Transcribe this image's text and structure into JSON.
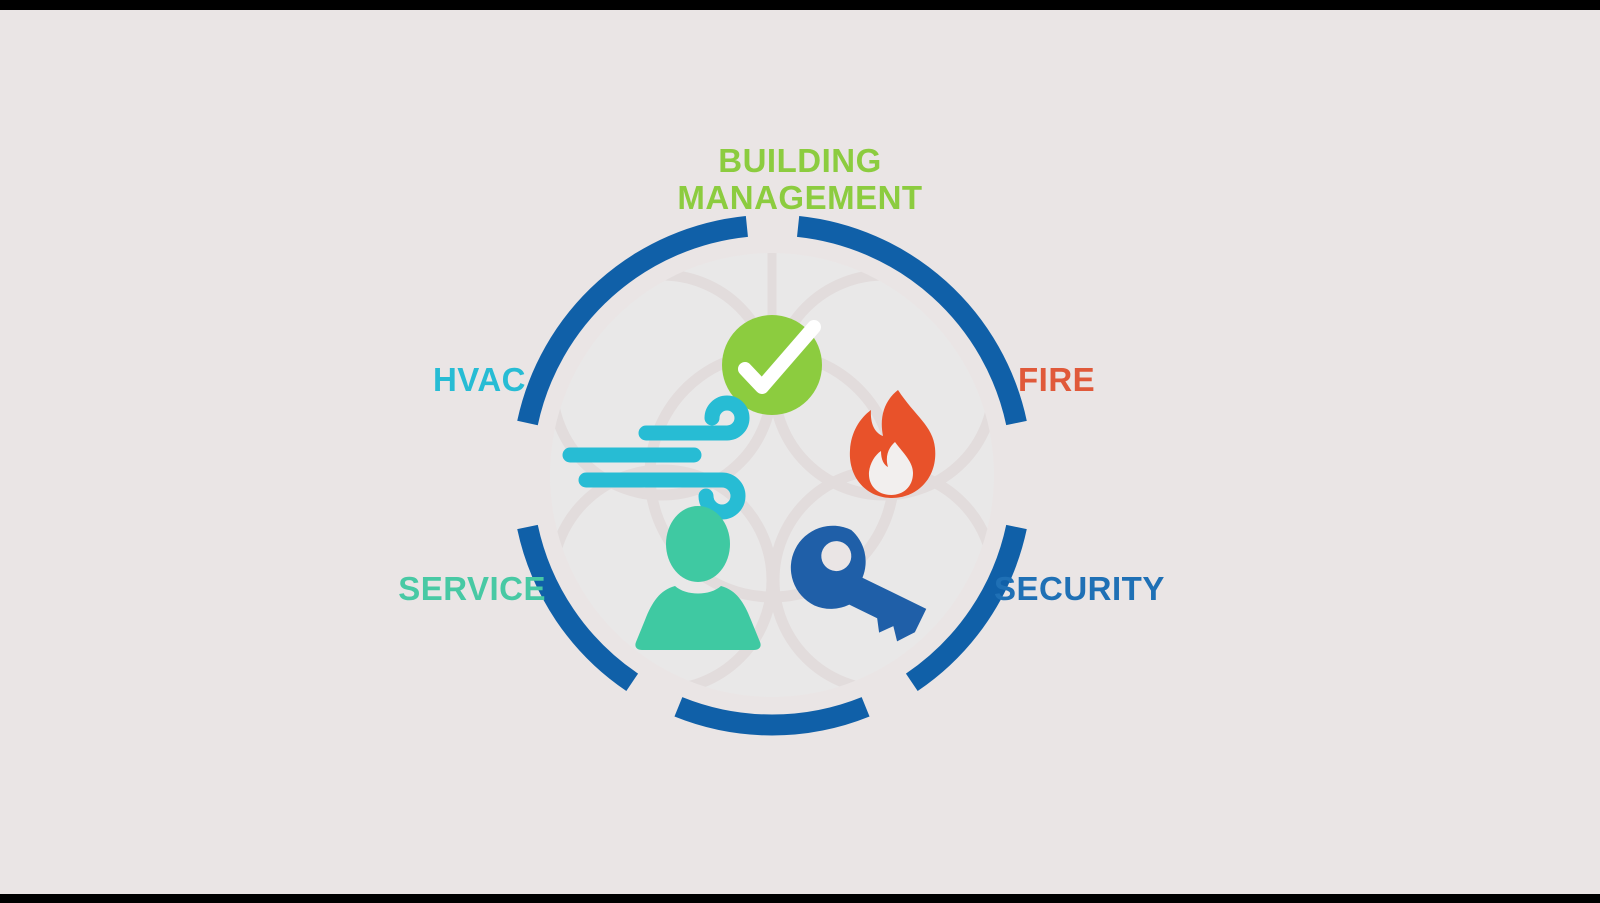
{
  "scene": {
    "background_color": "#eae5e5",
    "letterbox_color": "#000000",
    "inner_disc_color": "#e9e8e8",
    "petal_color": "#e3dddd",
    "ring_color": "#1060a8"
  },
  "title": {
    "line1": "BUILDING",
    "line2": "MANAGEMENT",
    "color": "#8ccc3f"
  },
  "labels": {
    "hvac": {
      "text": "HVAC",
      "color": "#27bcd4"
    },
    "fire": {
      "text": "FIRE",
      "color": "#e0593a"
    },
    "service": {
      "text": "SERVICE",
      "color": "#48c9a4"
    },
    "security": {
      "text": "SECURITY",
      "color": "#1f70b5"
    }
  },
  "icons": {
    "check": {
      "name": "check-circle-icon",
      "color": "#8ccc3f",
      "mark_color": "#ffffff"
    },
    "wind": {
      "name": "wind-icon",
      "color": "#27bcd4"
    },
    "flame": {
      "name": "flame-icon",
      "color": "#e8522a"
    },
    "person": {
      "name": "person-icon",
      "color": "#3fc9a2"
    },
    "key": {
      "name": "key-icon",
      "color": "#1f5fa8"
    }
  },
  "chart_data": {
    "type": "diagram",
    "title": "BUILDING MANAGEMENT",
    "layout": "radial-hub-and-spoke",
    "center_node": {
      "label": "BUILDING MANAGEMENT",
      "icon": "check-circle-icon",
      "color": "#8ccc3f"
    },
    "segments": [
      {
        "label": "HVAC",
        "icon": "wind-icon",
        "color": "#27bcd4",
        "position": "left"
      },
      {
        "label": "FIRE",
        "icon": "flame-icon",
        "color": "#e0593a",
        "position": "right"
      },
      {
        "label": "SERVICE",
        "icon": "person-icon",
        "color": "#48c9a4",
        "position": "bottom-left"
      },
      {
        "label": "SECURITY",
        "icon": "key-icon",
        "color": "#1f70b5",
        "position": "bottom-right"
      }
    ],
    "ring": {
      "color": "#1060a8",
      "gaps": 5,
      "gap_positions_deg": [
        270,
        180,
        0,
        215,
        325
      ]
    }
  }
}
